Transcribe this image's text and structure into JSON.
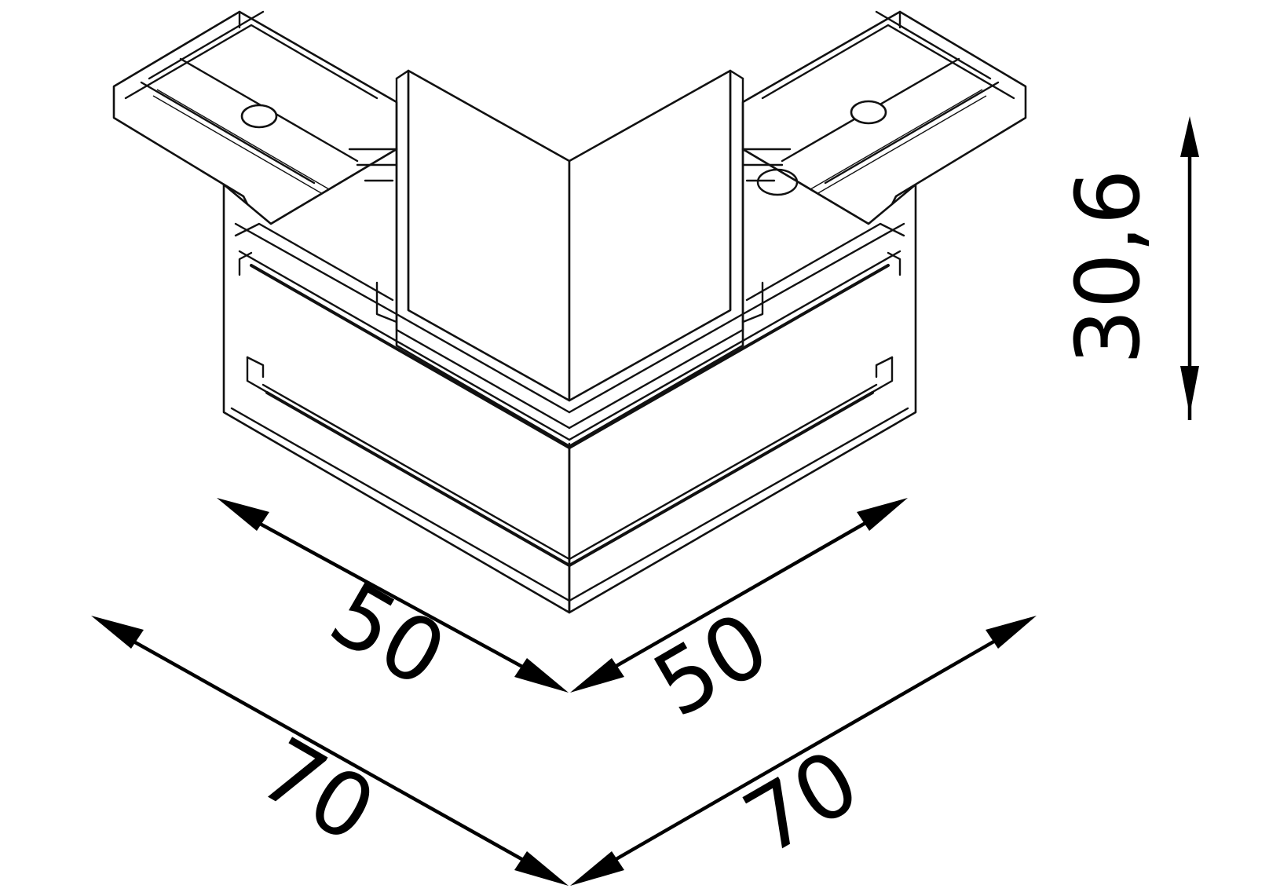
{
  "drawing": {
    "subject": "corner-connector",
    "dimensions": {
      "height": "30,6",
      "inner_left": "50",
      "inner_right": "50",
      "outer_left": "70",
      "outer_right": "70"
    }
  }
}
